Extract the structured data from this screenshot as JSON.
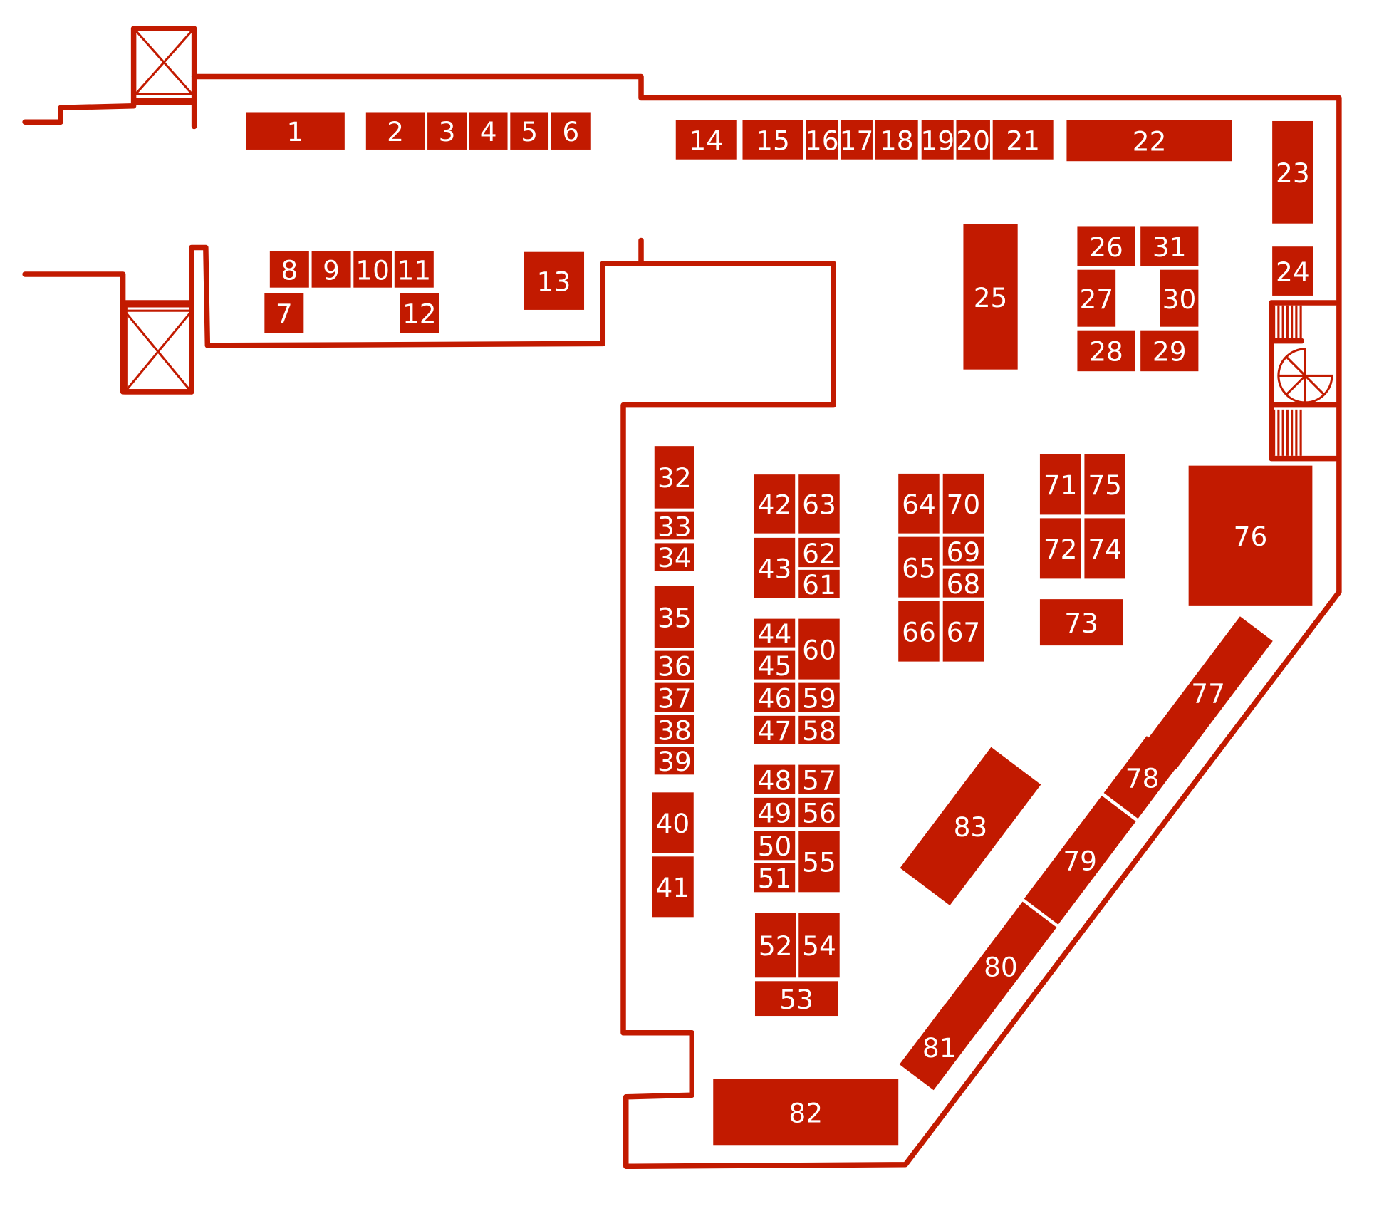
{
  "map": {
    "accent_color": "#c21a00",
    "booths": [
      "1",
      "2",
      "3",
      "4",
      "5",
      "6",
      "7",
      "8",
      "9",
      "10",
      "11",
      "12",
      "13",
      "14",
      "15",
      "16",
      "17",
      "18",
      "19",
      "20",
      "21",
      "22",
      "23",
      "24",
      "25",
      "26",
      "27",
      "28",
      "29",
      "30",
      "31",
      "32",
      "33",
      "34",
      "35",
      "36",
      "37",
      "38",
      "39",
      "40",
      "41",
      "42",
      "43",
      "44",
      "45",
      "46",
      "47",
      "48",
      "49",
      "50",
      "51",
      "52",
      "53",
      "54",
      "55",
      "56",
      "57",
      "58",
      "59",
      "60",
      "61",
      "62",
      "63",
      "64",
      "65",
      "66",
      "67",
      "68",
      "69",
      "70",
      "71",
      "72",
      "73",
      "74",
      "75",
      "76",
      "77",
      "78",
      "79",
      "80",
      "81",
      "82",
      "83"
    ],
    "icons": [
      "elevator-icon",
      "elevator-icon",
      "stairs-icon",
      "spiral-stairs-icon"
    ]
  }
}
